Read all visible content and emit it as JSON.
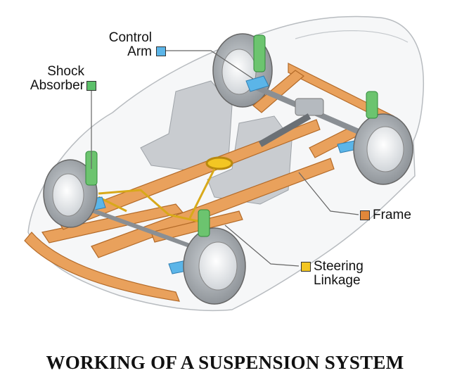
{
  "labels": {
    "control_arm": {
      "line1": "Control",
      "line2": "Arm",
      "color": "#5bb5e8"
    },
    "shock_absorber": {
      "line1": "Shock",
      "line2": "Absorber",
      "color": "#5cc06a"
    },
    "frame": {
      "text": "Frame",
      "color": "#e0873a"
    },
    "steering_linkage": {
      "line1": "Steering",
      "line2": "Linkage",
      "color": "#f3c623"
    }
  },
  "title": "WORKING OF A SUSPENSION SYSTEM"
}
